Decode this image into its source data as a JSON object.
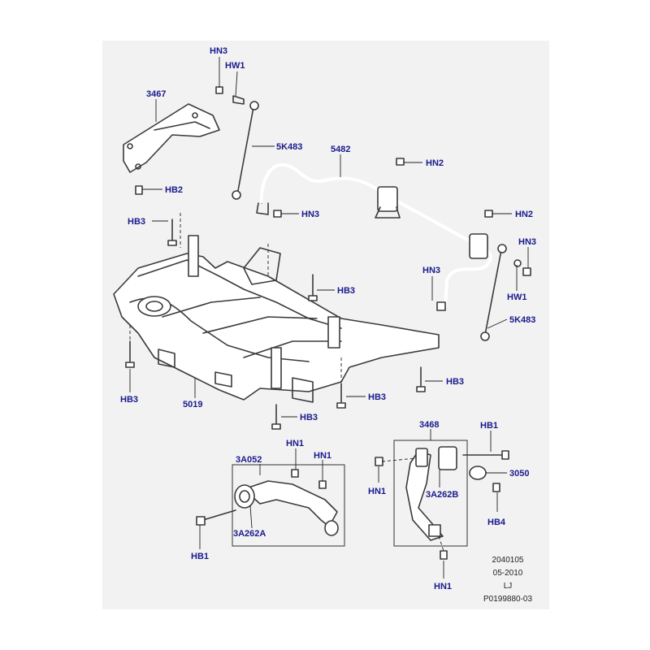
{
  "callouts": {
    "hn3_top": "HN3",
    "hw1_top": "HW1",
    "p3467": "3467",
    "p5k483_left": "5K483",
    "p5482": "5482",
    "hn2_top": "HN2",
    "hb2": "HB2",
    "hn3_mid": "HN3",
    "hb3_upper_left": "HB3",
    "hn2_right": "HN2",
    "hn3_right": "HN3",
    "hn3_right_low": "HN3",
    "hb3_center": "HB3",
    "hw1_right": "HW1",
    "p5k483_right": "5K483",
    "hb3_left": "HB3",
    "hb3_right": "HB3",
    "p5019": "5019",
    "hb3_bottom_right": "HB3",
    "hb3_bottom": "HB3",
    "p3468": "3468",
    "hb1_right": "HB1",
    "hn1_a": "HN1",
    "hn1_b": "HN1",
    "p3a052": "3A052",
    "hn1_left_lower": "HN1",
    "p3050": "3050",
    "p3a262b": "3A262B",
    "hb4": "HB4",
    "p3a262a": "3A262A",
    "hb1_left": "HB1",
    "hn1_bottom": "HN1"
  },
  "stamp": {
    "line1": "2040105",
    "line2": "05-2010",
    "line3": "LJ",
    "line4": "P0199880-03"
  }
}
